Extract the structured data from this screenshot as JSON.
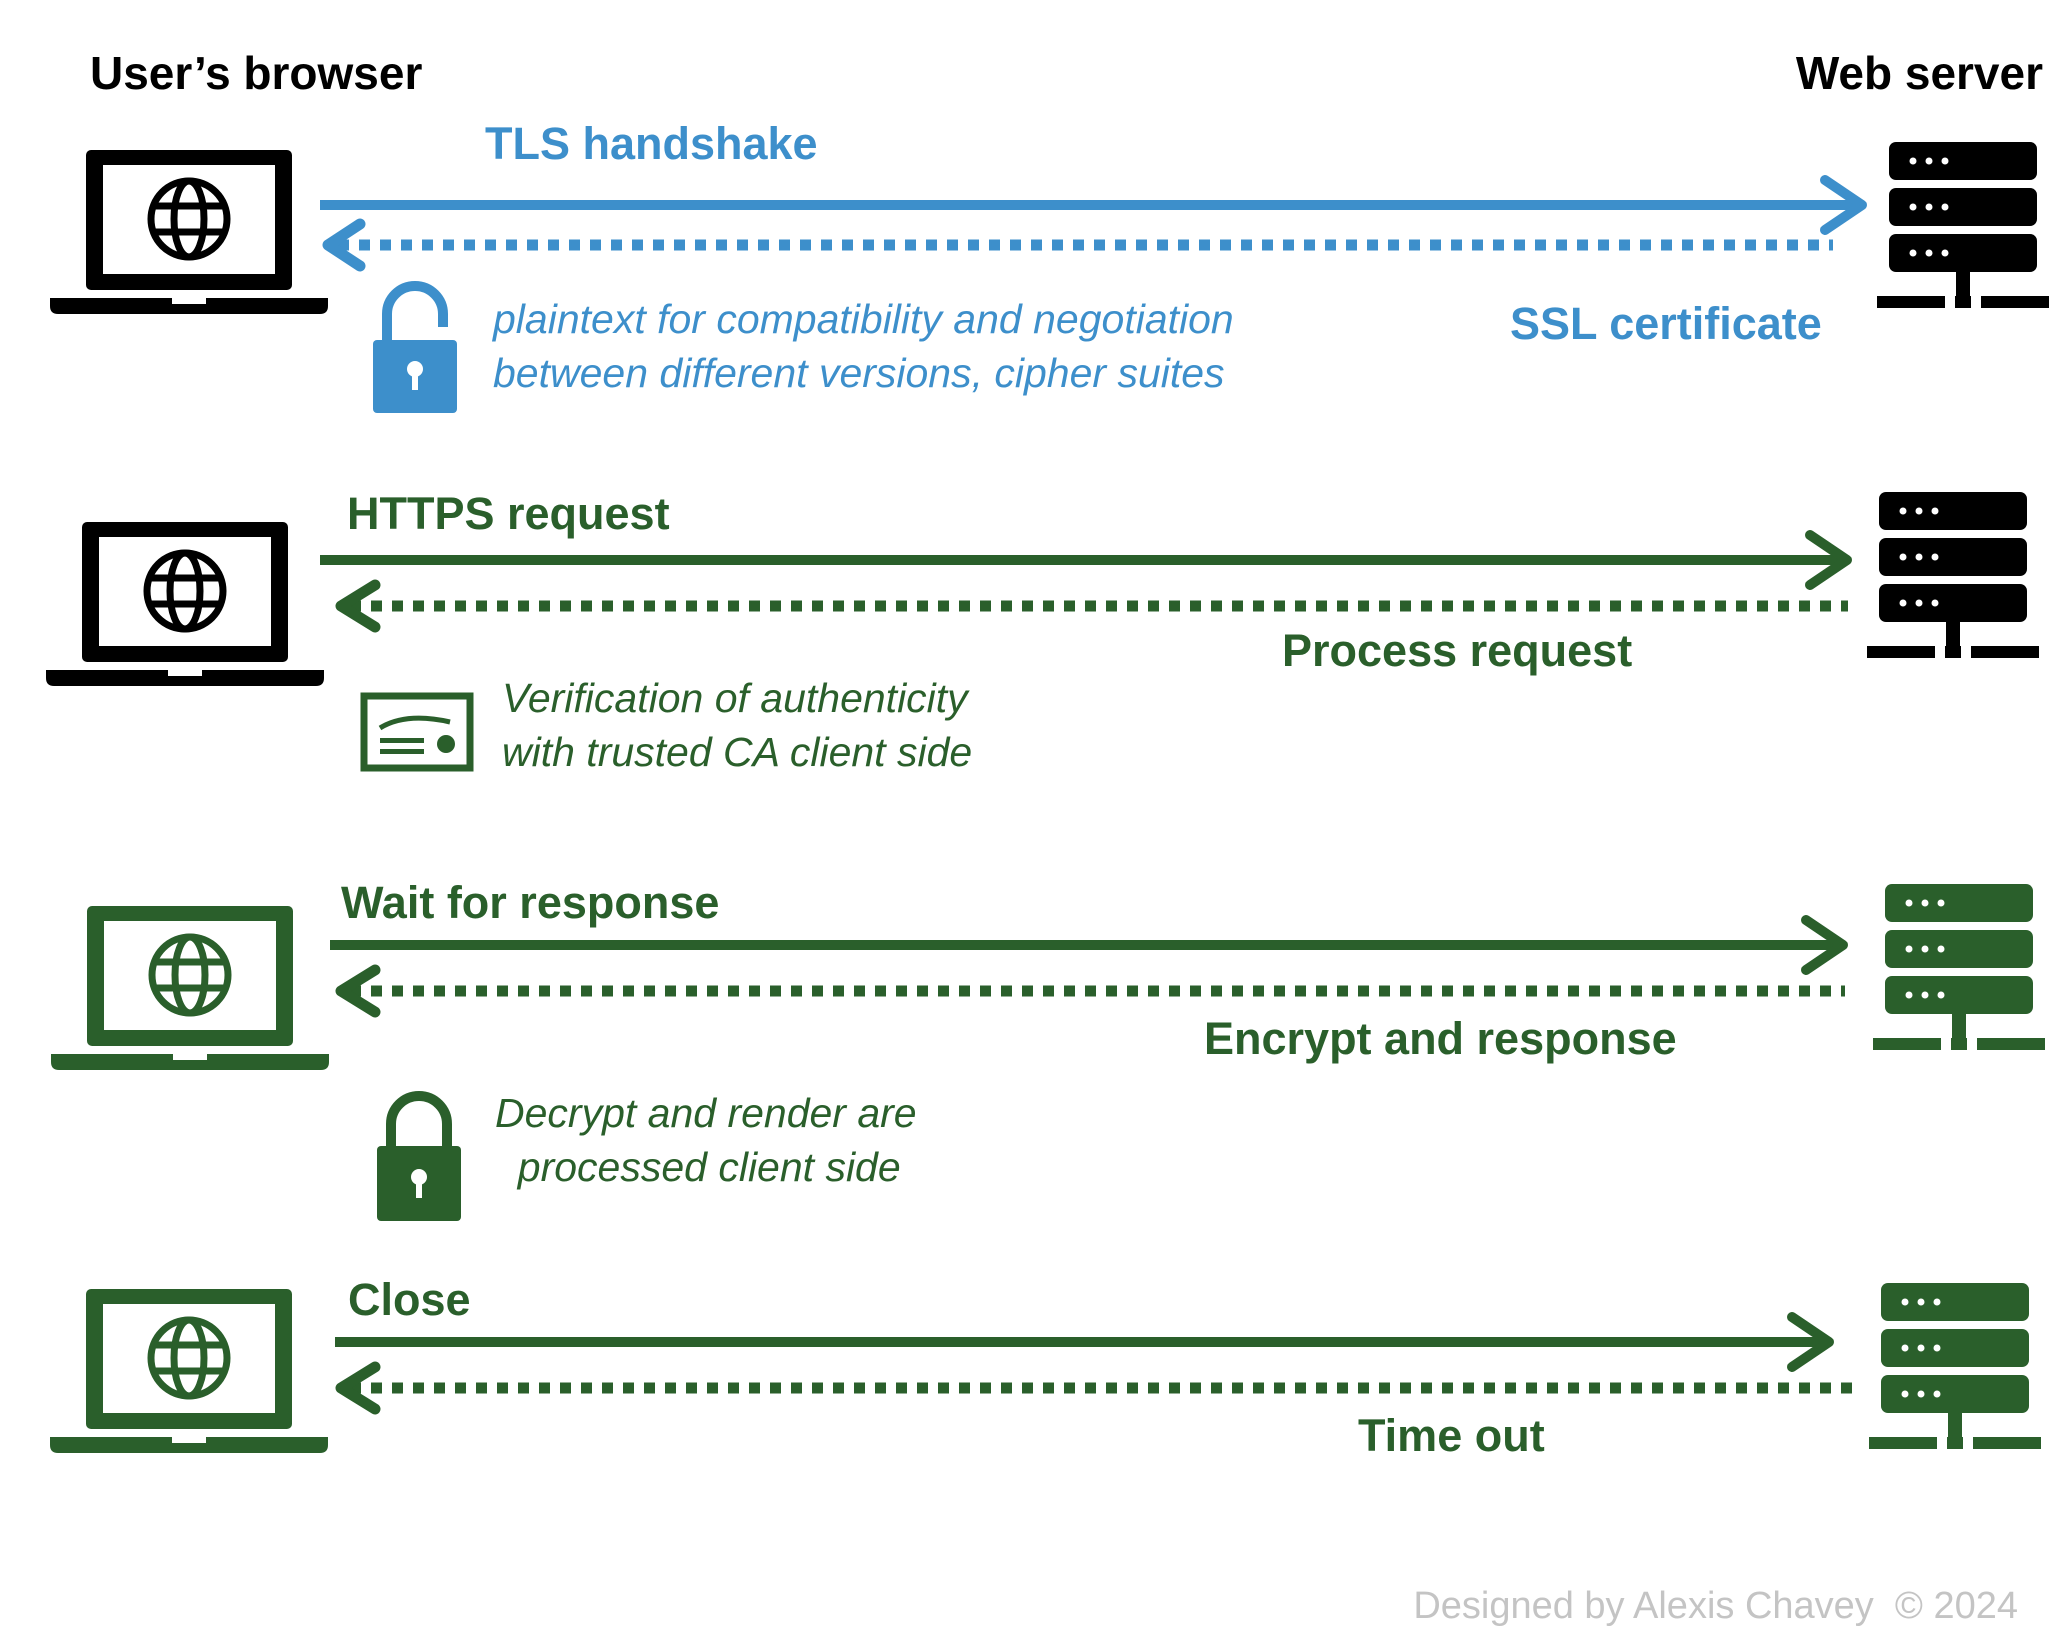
{
  "headers": {
    "client": "User’s browser",
    "server": "Web server"
  },
  "colors": {
    "blue": "#3d8fcb",
    "green": "#2a5f2b",
    "black": "#000000",
    "credit": "#c4c4c4"
  },
  "rows": [
    {
      "request_label": "TLS handshake",
      "response_label": "SSL certificate",
      "note": "plaintext for compatibility and negotiation\nbetween different versions, cipher suites",
      "note_icon": "unlocked-padlock-icon",
      "laptop_icon": "laptop-globe-icon",
      "server_icon": "server-rack-icon"
    },
    {
      "request_label": "HTTPS request",
      "response_label": "Process request",
      "note": "Verification of authenticity\nwith trusted CA client side",
      "note_icon": "certificate-icon",
      "laptop_icon": "laptop-globe-icon",
      "server_icon": "server-rack-icon"
    },
    {
      "request_label": "Wait for response",
      "response_label": "Encrypt and response",
      "note": "Decrypt and render are\n  processed client side",
      "note_icon": "locked-padlock-icon",
      "laptop_icon": "laptop-globe-icon",
      "server_icon": "server-rack-icon"
    },
    {
      "request_label": "Close",
      "response_label": "Time out",
      "laptop_icon": "laptop-globe-icon",
      "server_icon": "server-rack-icon"
    }
  ],
  "credit": "Designed by Alexis Chavey  © 2024"
}
